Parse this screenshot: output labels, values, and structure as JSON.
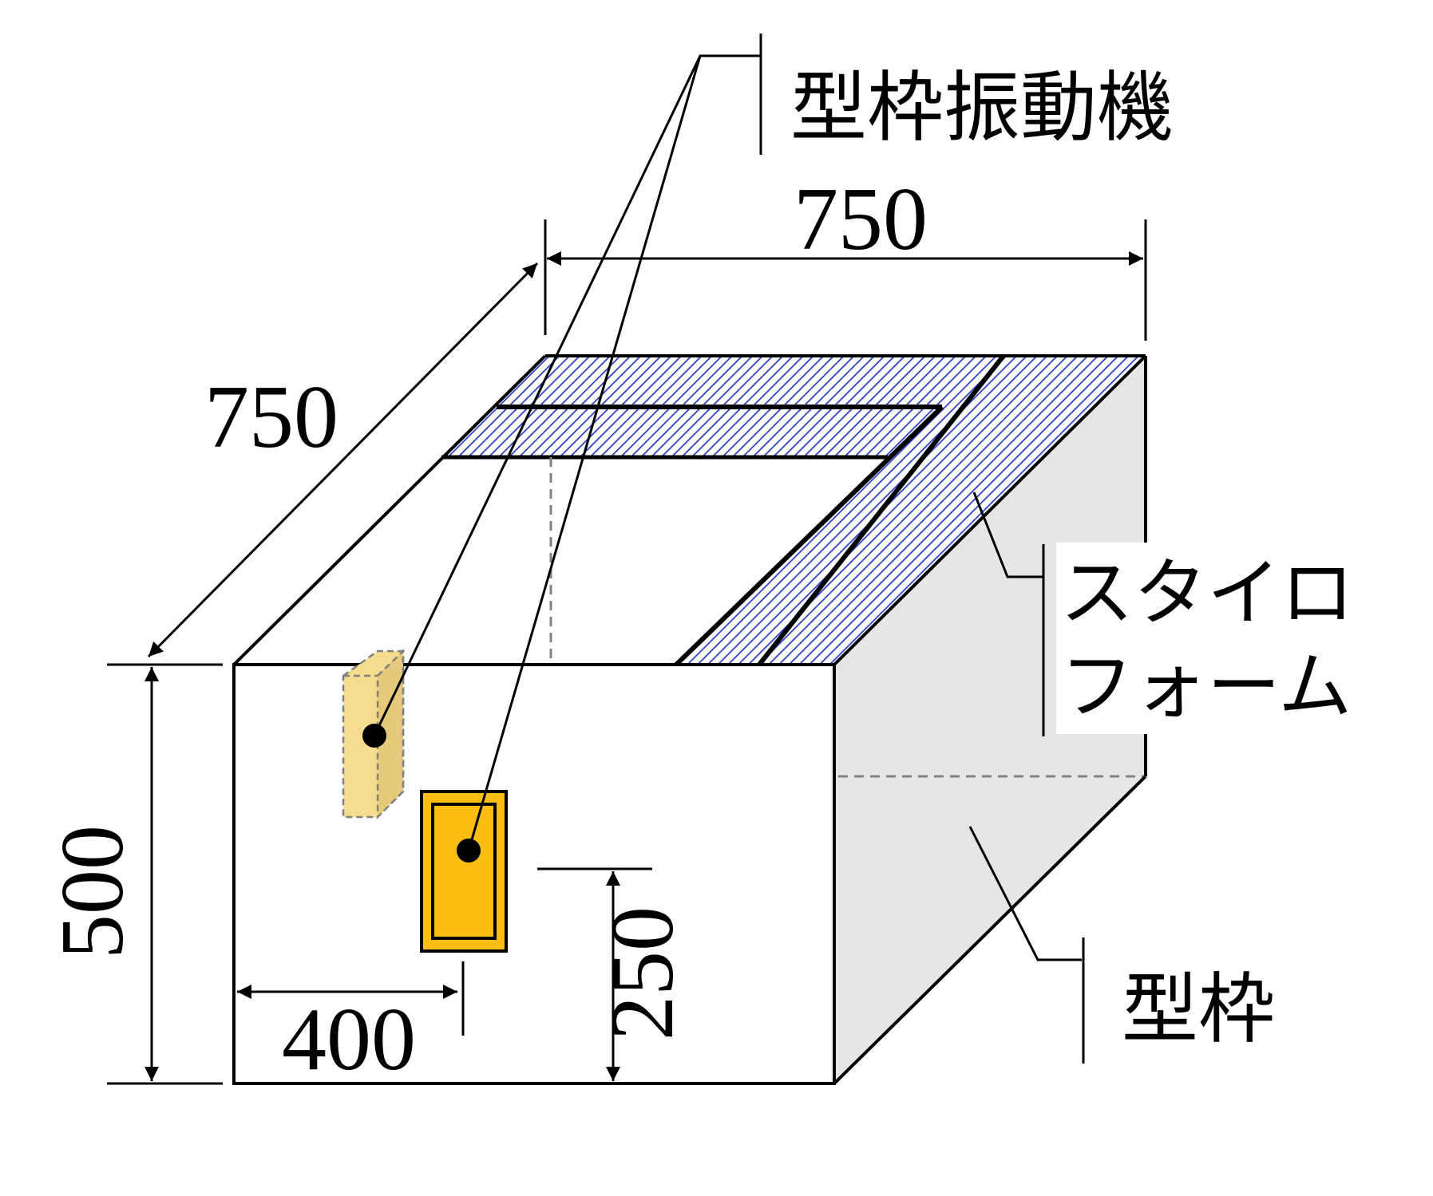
{
  "labels": {
    "vibrator": "型枠振動機",
    "styrofoam_line1": "スタイロ",
    "styrofoam_line2": "フォーム",
    "formwork": "型枠"
  },
  "dimensions": {
    "width_top": "750",
    "depth": "750",
    "height": "500",
    "horizontal_offset": "400",
    "vertical_offset": "250"
  },
  "colors": {
    "hatch": "#2a3fc4",
    "vibrator_fill": "#fbbd10",
    "vibrator_ghost": "#f5dc8f",
    "side_face": "#e6e6e6",
    "hidden_line": "#808080"
  }
}
